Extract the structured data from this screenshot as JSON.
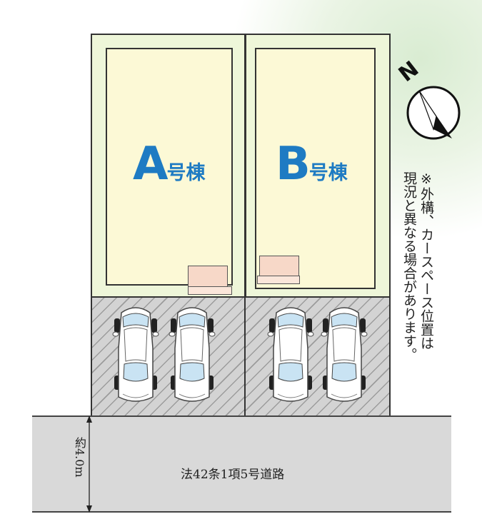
{
  "buildings": [
    {
      "id": "A",
      "letter": "A",
      "suffix": "号棟"
    },
    {
      "id": "B",
      "letter": "B",
      "suffix": "号棟"
    }
  ],
  "compass": {
    "label": "N",
    "icon": "north-arrow-icon"
  },
  "note": {
    "line1": "※外構、カースペース位置は",
    "line2": "現況と異なる場合があります。"
  },
  "road": {
    "label": "法42条1項5号道路",
    "width_label": "約4.0m"
  },
  "parking": {
    "spaces_per_lot": 2,
    "icon": "car-icon"
  },
  "colors": {
    "lot_fill": "#eef6d9",
    "house_fill": "#fcf9d6",
    "label_blue": "#1e7bc3",
    "road_fill": "#d9d9d9",
    "porch_fill": "#f7d8c8"
  }
}
